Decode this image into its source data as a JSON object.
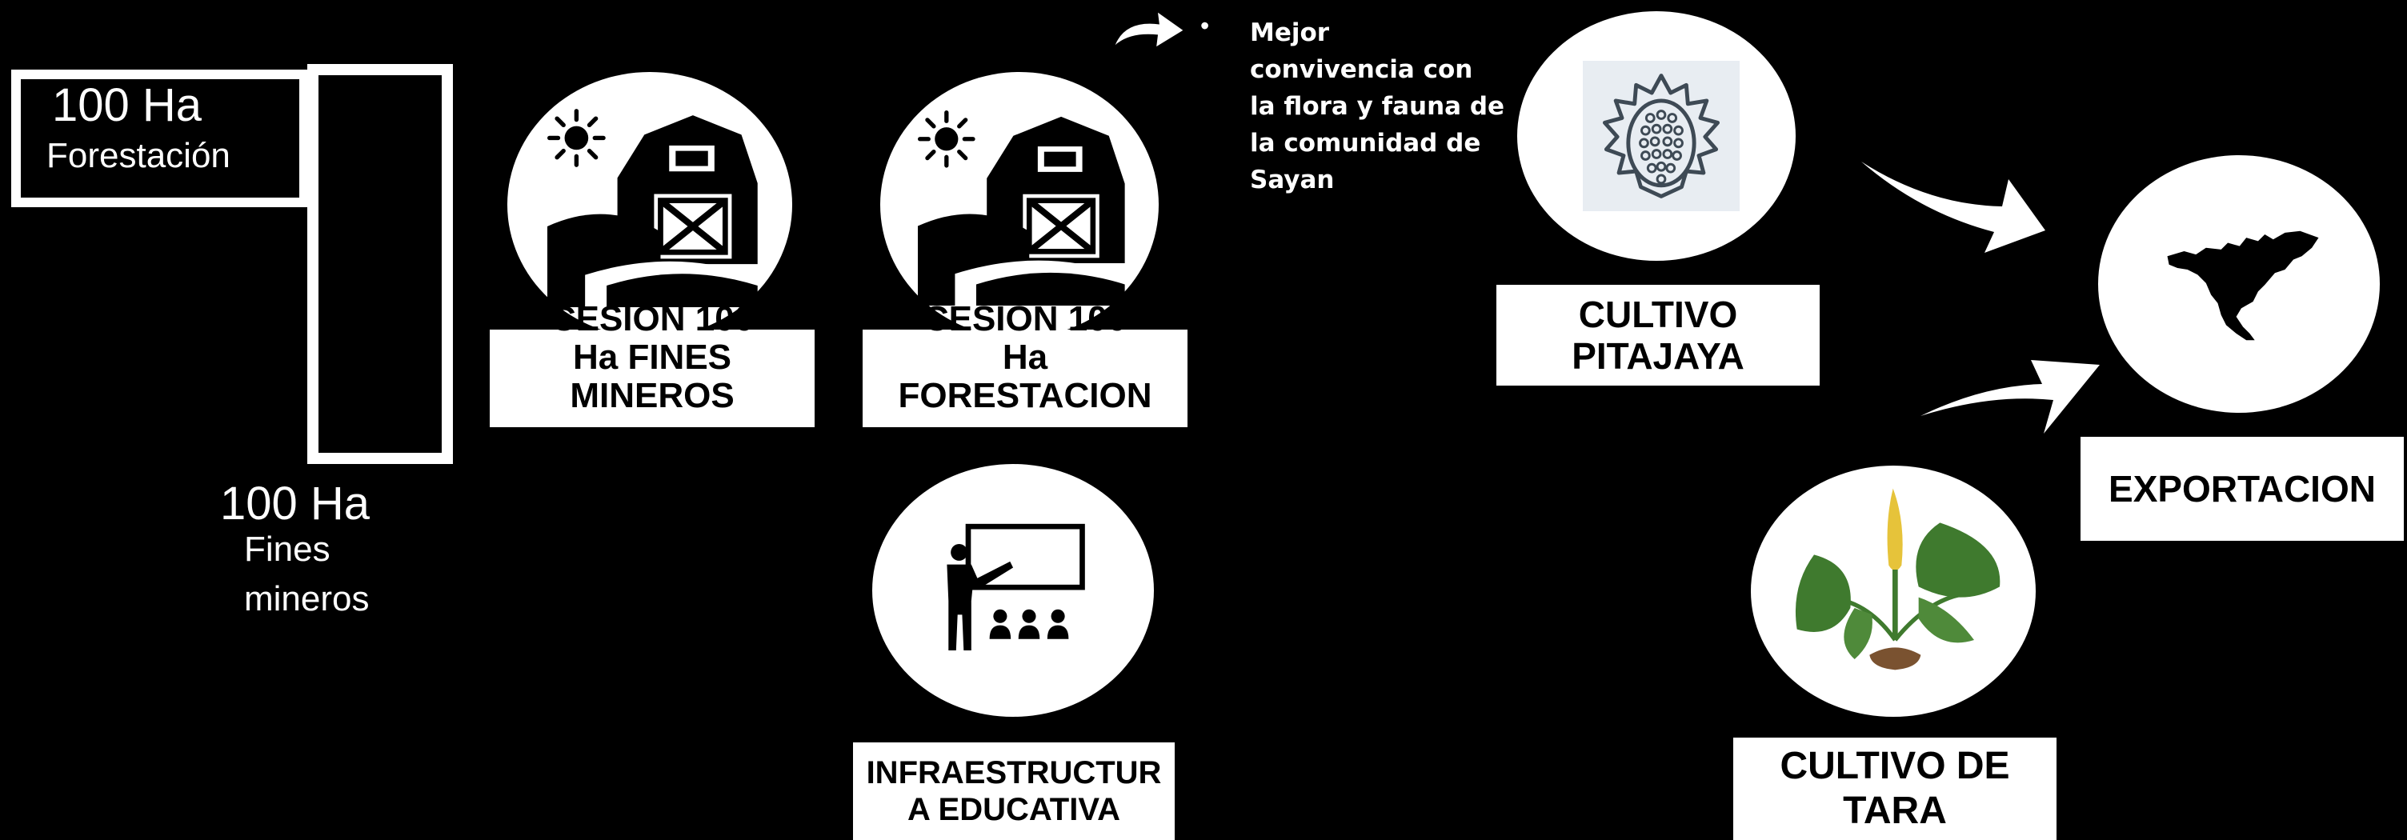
{
  "land": {
    "forest_area": "100 Ha",
    "forest_label": "Forestación",
    "mining_area": "100 Ha",
    "mining_label_1": "Fines",
    "mining_label_2": "mineros"
  },
  "boxes": {
    "cesion_mineros": [
      "CESION  100",
      "Ha FINES",
      "MINEROS"
    ],
    "cesion_forestacion": [
      "CESION  100",
      "Ha",
      "FORESTACION"
    ],
    "infraestructura": [
      "INFRAESTRUCTUR",
      "A EDUCATIVA"
    ],
    "pitajaya": [
      "CULTIVO",
      "PITAJAYA"
    ],
    "tara": [
      "CULTIVO DE",
      "TARA"
    ],
    "exportacion": "EXPORTACION"
  },
  "note": {
    "bullet": "•",
    "lines": [
      "Mejor",
      "convivencia con",
      "la flora y fauna de",
      "la comunidad de",
      "Sayan"
    ]
  },
  "icons": {
    "farm": "farm-barn-icon",
    "teacher": "teacher-classroom-icon",
    "pitajaya": "dragon-fruit-icon",
    "tara": "tara-plant-icon",
    "map": "north-america-map-icon",
    "arrow": "curved-arrow-icon"
  },
  "colors": {
    "background": "#000000",
    "foreground": "#ffffff",
    "plant_leaf": "#3f7a2e",
    "plant_flower": "#e6c33a"
  }
}
